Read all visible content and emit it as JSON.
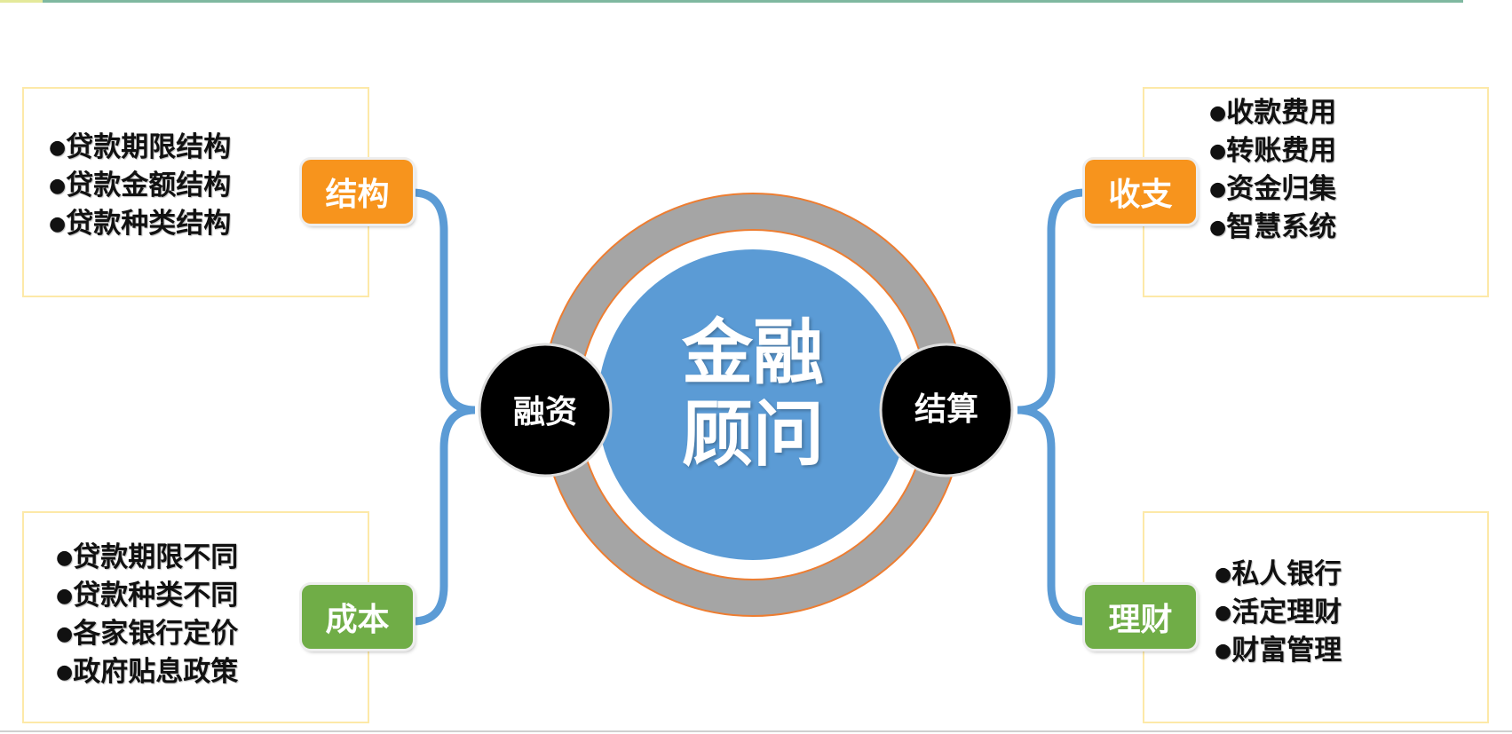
{
  "center": {
    "line1": "金融",
    "line2": "顾问"
  },
  "nodes": {
    "left": "融资",
    "right": "结算"
  },
  "branches": {
    "structure": {
      "label": "结构",
      "items": [
        "贷款期限结构",
        "贷款金额结构",
        "贷款种类结构"
      ]
    },
    "cost": {
      "label": "成本",
      "items": [
        "贷款期限不同",
        "贷款种类不同",
        "各家银行定价",
        "政府贴息政策"
      ]
    },
    "payments": {
      "label": "收支",
      "items": [
        "收款费用",
        "转账费用",
        "资金归集",
        "智慧系统"
      ]
    },
    "wealth": {
      "label": "理财",
      "items": [
        "私人银行",
        "活定理财",
        "财富管理"
      ]
    }
  },
  "colors": {
    "orange": "#f7941d",
    "green": "#70ad47",
    "blue": "#5b9bd5",
    "gray": "#a5a5a5"
  }
}
